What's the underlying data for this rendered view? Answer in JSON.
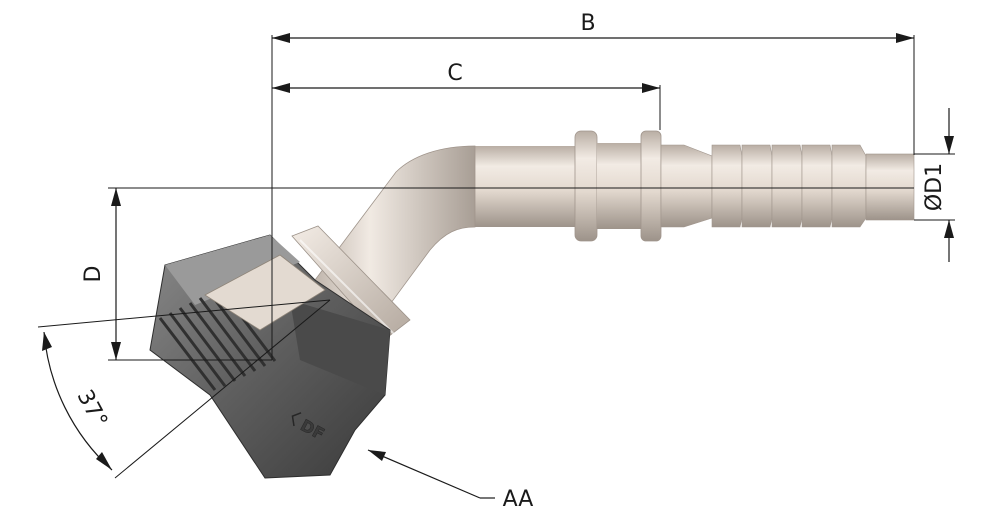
{
  "dimensions": {
    "B": "B",
    "C": "C",
    "D": "D",
    "D1": "ØD1",
    "angle": "37°",
    "AA": "AA"
  },
  "colors": {
    "metal_light": "#ece4dc",
    "metal_mid": "#cfc5bb",
    "metal_dark": "#9c928a",
    "nut_dark": "#4b4b4b",
    "nut_mid": "#6d6d6d",
    "nut_light": "#8f8f8f",
    "line": "#1a1a1a"
  },
  "icons": {
    "fitting": "hose-fitting-45deg-illustration",
    "stamp": "manufacturer-logo-stamp"
  }
}
